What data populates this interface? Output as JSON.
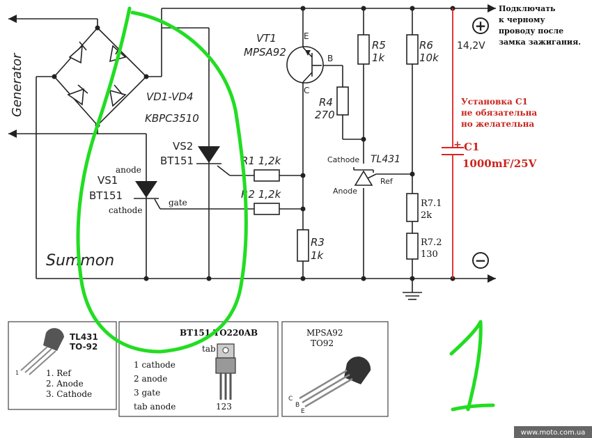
{
  "labels": {
    "generator": "Generator",
    "summon": "Summon",
    "bridge_name": "VD1-VD4",
    "bridge_part": "KBPC3510",
    "vs2_name": "VS2",
    "vs2_part": "BT151",
    "vs1_name": "VS1",
    "vs1_part": "BT151",
    "vs1_anode": "anode",
    "vs1_cathode": "cathode",
    "vs1_gate": "gate",
    "r1": "R1 1,2k",
    "r2": "R2 1,2k",
    "r3_name": "R3",
    "r3_val": "1k",
    "vt1_name": "VT1",
    "vt1_part": "MPSA92",
    "pin_e": "E",
    "pin_b": "B",
    "pin_c": "C",
    "r4_name": "R4",
    "r4_val": "270",
    "r5_name": "R5",
    "r5_val": "1k",
    "r6_name": "R6",
    "r6_val": "10k",
    "tl_cathode": "Cathode",
    "tl_part": "TL431",
    "tl_anode": "Anode",
    "tl_ref": "Ref",
    "r71_name": "R7.1",
    "r71_val": "2k",
    "r72_name": "R7.2",
    "r72_val": "130",
    "voltage": "14,2V",
    "c1_name": "C1",
    "c1_val": "1000mF/25V",
    "plus": "+",
    "minus": "−",
    "note_line1": "Подключать",
    "note_line2": "к черному",
    "note_line3": "проводу после",
    "note_line4": "замка зажигания.",
    "c1_note_line1": "Установка С1",
    "c1_note_line2": "не обязательна",
    "c1_note_line3": "но желательна",
    "hand_number": "1",
    "watermark": "www.moto.com.ua"
  },
  "legend": {
    "tl431": {
      "title1": "TL431",
      "title2": "TO-92",
      "pin_mark": "1",
      "pins": [
        "1. Ref",
        "2. Anode",
        "3. Cathode"
      ]
    },
    "bt151": {
      "title": "BT151  TO220AB",
      "tab": "tab",
      "pins": [
        "1   cathode",
        "2   anode",
        "3   gate",
        "tab anode"
      ],
      "pin_numbers": "123"
    },
    "mpsa92": {
      "title1": "MPSA92",
      "title2": "TO92",
      "pin_c": "C",
      "pin_b": "B",
      "pin_e": "E"
    }
  },
  "colors": {
    "wire": "#222222",
    "note_red": "#c8261e",
    "hand_green": "#22dd22",
    "c1_line": "#e02020"
  }
}
